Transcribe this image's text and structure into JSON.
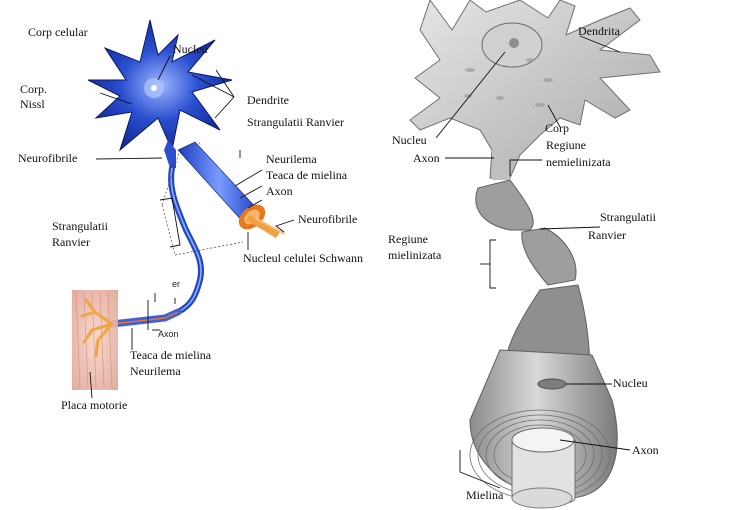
{
  "left_diagram": {
    "labels": {
      "corp_celular": "Corp celular",
      "nucleu": "Nucleu",
      "corp_nissl_1": "Corp.",
      "corp_nissl_2": "Nissl",
      "dendrite": "Dendrite",
      "strangulatii_ranvier_top": "Strangulatii Ranvier",
      "neurofibrile_left": "Neurofibrile",
      "neurilema_top": "Neurilema",
      "teaca_mielina_top": "Teaca de mielina",
      "axon_top": "Axon",
      "neurofibrile_right": "Neurofibrile",
      "strangulatii_1": "Strangulatii",
      "strangulatii_2": "Ranvier",
      "nucleul_schwann": "Nucleul celulei Schwann",
      "er_fragment": "er",
      "axon_small": "Axon",
      "teaca_mielina_bottom": "Teaca de mielina",
      "neurilema_bottom": "Neurilema",
      "placa_motorie": "Placa motorie"
    }
  },
  "right_diagram": {
    "labels": {
      "dendrita": "Dendrita",
      "nucleu_top": "Nucleu",
      "axon_top": "Axon",
      "corp": "Corp",
      "regiune_nemielinizata_1": "Regiune",
      "regiune_nemielinizata_2": "nemielinizata",
      "strangulatii_1": "Strangulatii",
      "strangulatii_2": "Ranvier",
      "regiune_mielinizata_1": "Regiune",
      "regiune_mielinizata_2": "mielinizata",
      "nucleu_bottom": "Nucleu",
      "axon_bottom": "Axon",
      "mielina": "Mielina"
    }
  },
  "colors": {
    "neuron_blue": "#1f3fb8",
    "neuron_dark": "#0a1a6e",
    "myelin_orange": "#e8761c",
    "gray_neuron": "#bdbdbd",
    "muscle_pink": "#e9b7a8"
  }
}
